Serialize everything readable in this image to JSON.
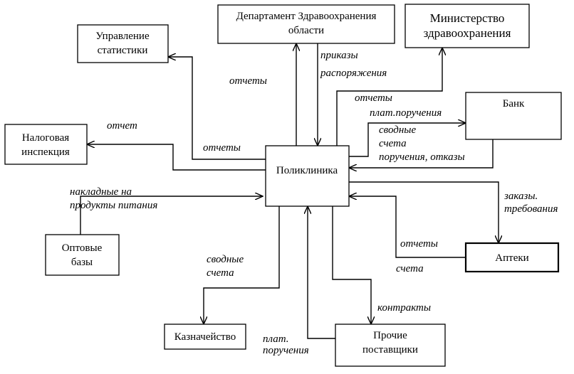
{
  "nodes": {
    "department": [
      "Департамент Здравоохранения",
      "области"
    ],
    "ministry": [
      "Министерство",
      "здравоохранения"
    ],
    "statistics": [
      "Управление",
      "статистики"
    ],
    "tax": [
      "Налоговая",
      "инспекция"
    ],
    "clinic": [
      "Поликлиника"
    ],
    "bank": [
      "Банк"
    ],
    "wholesale": [
      "Оптовые",
      "базы"
    ],
    "pharmacy": [
      "Аптеки"
    ],
    "treasury": [
      "Казначейство"
    ],
    "suppliers": [
      "Прочие",
      "поставщики"
    ]
  },
  "edge_labels": {
    "reports_statistics": "отчеты",
    "reports_left": "отчеты",
    "orders": "приказы",
    "directives": "распоряжения",
    "reports_ministry": "отчеты",
    "payment_orders_bank": "плат.поручения",
    "summary_accounts_bank": "сводные",
    "accounts_bank": "счета",
    "orders_refusals": "поручения, отказы",
    "report_tax": "отчет",
    "invoices_1": "накладные на",
    "invoices_2": "продукты питания",
    "requests_1": "заказы.",
    "requests_2": "требования",
    "reports_pharmacy": "отчеты",
    "accounts_pharmacy": "счета",
    "summary_treasury": "сводные",
    "accounts_treasury": "счета",
    "contracts": "контракты",
    "payment_orders_1": "плат.",
    "payment_orders_2": "поручения"
  }
}
